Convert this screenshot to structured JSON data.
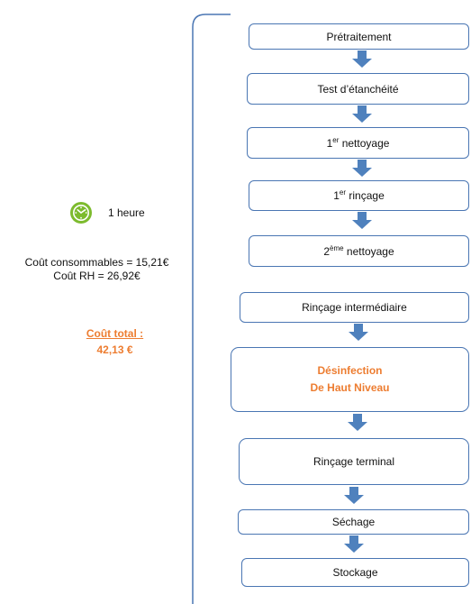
{
  "summary": {
    "duration": "1 heure",
    "cost_consumables": "Coût consommables = 15,21€",
    "cost_hr": "Coût RH = 26,92€",
    "total_label": "Coût total :",
    "total_value": "42,13 €"
  },
  "steps": [
    {
      "text": "Prétraitement"
    },
    {
      "text": "Test d’étanchéité"
    },
    {
      "pre": "1",
      "sup": "er",
      "post": " nettoyage"
    },
    {
      "pre": "1",
      "sup": "er",
      "post": " rinçage"
    },
    {
      "pre": "2",
      "sup": "ème",
      "post": " nettoyage"
    },
    {
      "text": "Rinçage intermédiaire"
    },
    {
      "line1": "Désinfection",
      "line2": "De Haut Niveau"
    },
    {
      "text": "Rinçage terminal"
    },
    {
      "text": "Séchage"
    },
    {
      "text": "Stockage"
    }
  ],
  "colors": {
    "accent": "#ed7d31",
    "box_border": "#4a76b3",
    "arrow": "#4f81bd",
    "clock": "#7dbb2e"
  },
  "icons": {
    "clock": "clock-icon",
    "arrow": "down-arrow-icon"
  }
}
